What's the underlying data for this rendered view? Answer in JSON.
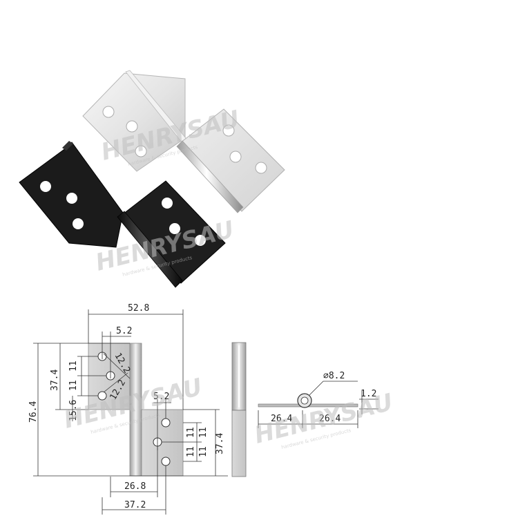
{
  "watermark": {
    "brand": "HENRYSAU",
    "tagline": "hardware & security products"
  },
  "colors": {
    "black_hinge": "#1b1b1b",
    "silver_hinge": "#e6e6e6",
    "drawing_metal": "#cfcfcf",
    "line": "#333333"
  },
  "dimensions": {
    "overall_width": "52.8",
    "hole_offset_top": "5.2",
    "pitch_a": "11",
    "pitch_b": "11",
    "diag_a": "12.2",
    "diag_b": "12.2",
    "left_span": "37.4",
    "bottom_offset": "15.6",
    "overall_height": "76.4",
    "hole_offset_lower": "5.2",
    "pitch_c": "11",
    "pitch_d": "11",
    "pitch_e": "11",
    "pitch_f": "11",
    "right_span": "37.4",
    "bottom_width_a": "26.8",
    "bottom_width_b": "37.2",
    "knuckle_dia": "8.2",
    "leaf_thickness": "1.2",
    "leaf_half_a": "26.4",
    "leaf_half_b": "26.4"
  }
}
